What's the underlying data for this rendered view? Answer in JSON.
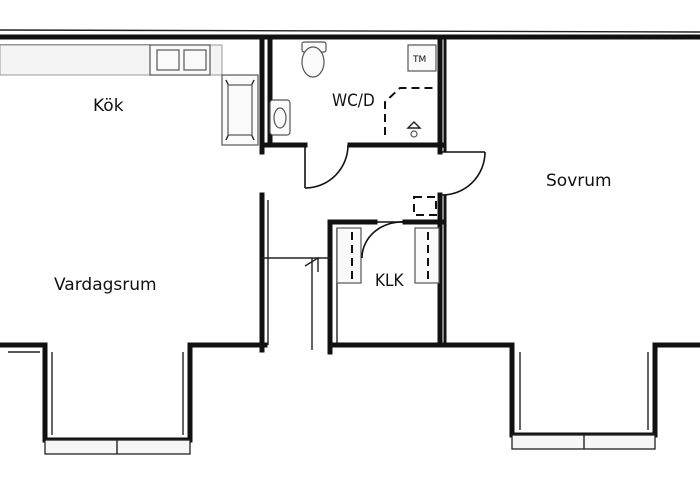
{
  "rooms": {
    "kitchen": "Kök",
    "bathroom": "WC/D",
    "bedroom": "Sovrum",
    "living": "Vardagsrum",
    "closet": "KLK"
  },
  "fixtures": {
    "washer_mark": "TM"
  },
  "colors": {
    "walls": "#111111",
    "background": "#ffffff"
  }
}
